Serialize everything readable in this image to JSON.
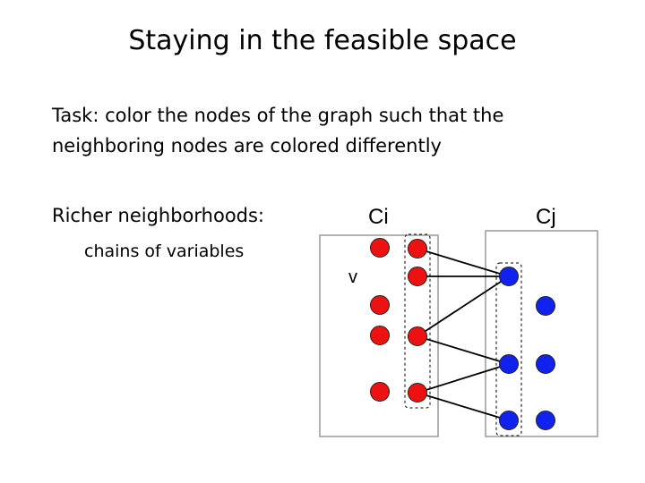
{
  "slide": {
    "title": "Staying in the feasible space",
    "task_line1": "Task: color the nodes of the graph such that the",
    "task_line2": "neighboring nodes are colored differently",
    "bullet_heading": "Richer neighborhoods:",
    "bullet_sub": "chains of variables"
  },
  "diagram": {
    "cluster_left_label": "Ci",
    "cluster_right_label": "Cj",
    "variable_label": "v",
    "colors": {
      "red_node": "#ee1111",
      "blue_node": "#1122ee",
      "box_border": "#999999",
      "edge": "#000000"
    }
  }
}
